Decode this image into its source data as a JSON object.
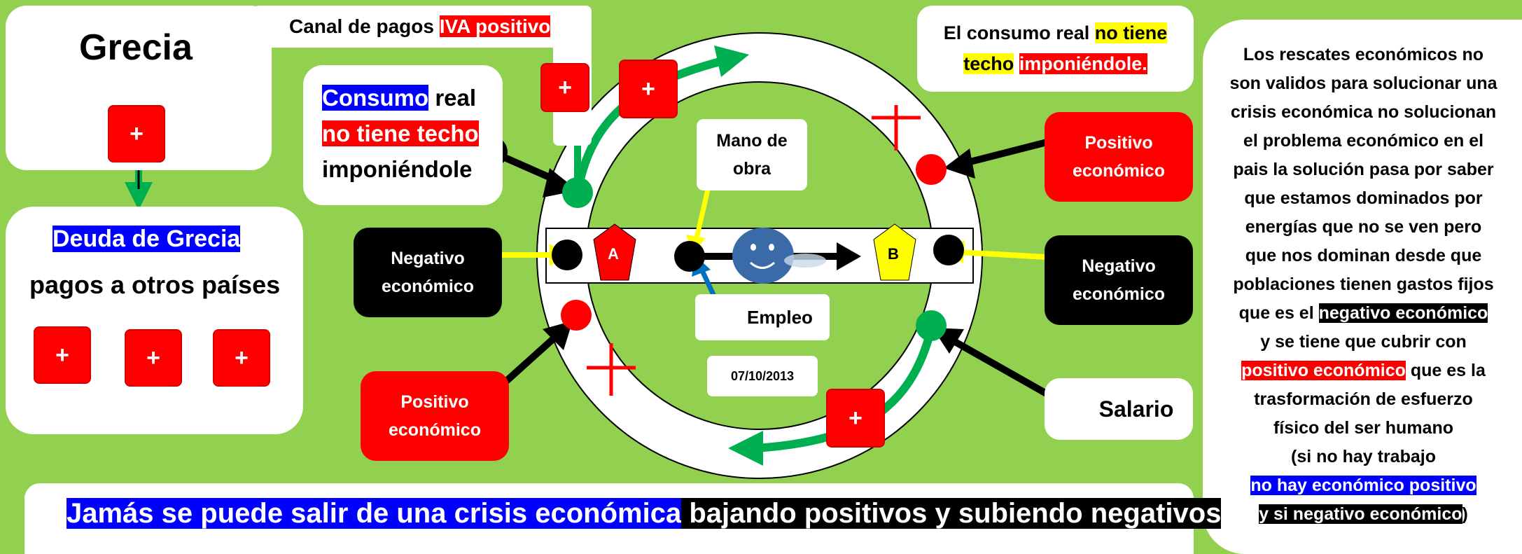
{
  "colors": {
    "background": "#92d050",
    "accent_green": "#00b050",
    "red": "#ff0000",
    "yellow": "#ffff00",
    "blue": "#0000ff",
    "black": "#000000",
    "white": "#ffffff"
  },
  "grecia": {
    "title": "Grecia",
    "plus": "+"
  },
  "canal": {
    "text": "Canal de pagos ",
    "highlight": "IVA positivo"
  },
  "deuda": {
    "title": "Deuda de Grecia",
    "subtitle": "pagos a otros países",
    "plus": [
      "+",
      "+",
      "+"
    ]
  },
  "consumo_left": {
    "line1_hl": "Consumo",
    "line1_rest": " real",
    "line2_hl": "no tiene techo",
    "line3": "imponiéndole"
  },
  "consumo_right": {
    "t1": "El consumo real ",
    "t1_hl": "no tiene",
    "t2_hl": "techo",
    "t2_hl2": "imponiéndole."
  },
  "nodes": {
    "negativo_left": [
      "Negativo",
      "económico"
    ],
    "positivo_left": [
      "Positivo",
      "económico"
    ],
    "positivo_right": [
      "Positivo",
      "económico"
    ],
    "negativo_right": [
      "Negativo",
      "económico"
    ],
    "salario": "Salario"
  },
  "center": {
    "mano": [
      "Mano de",
      "obra"
    ],
    "empleo": "Empleo",
    "date": "07/10/2013",
    "a": "A",
    "b": "B",
    "plus": "+",
    "big_plus": "+"
  },
  "right_panel": {
    "lines": [
      "Los rescates económicos no",
      "son validos para solucionar una",
      "crisis económica no solucionan",
      "el problema económico en el",
      "pais la solución pasa por saber",
      "que estamos dominados por",
      "energías que no se ven pero",
      "que nos dominan desde que",
      "poblaciones tienen gastos fijos"
    ],
    "l10_text": "que es el ",
    "l10_hl": "negativo económico",
    "l11": "y se tiene que cubrir con",
    "l12_hl": "positivo económico",
    "l12_text": " que es la",
    "l13": "trasformación de esfuerzo",
    "l14": "físico del ser humano",
    "l15": "(si no hay trabajo",
    "l16_hl": "no hay económico positivo",
    "l17_hl": "y si negativo económico",
    "l17_text": ")"
  },
  "bottom": {
    "blue": "Jamás se puede salir de una crisis económica",
    "black": " bajando positivos y subiendo negativos"
  }
}
